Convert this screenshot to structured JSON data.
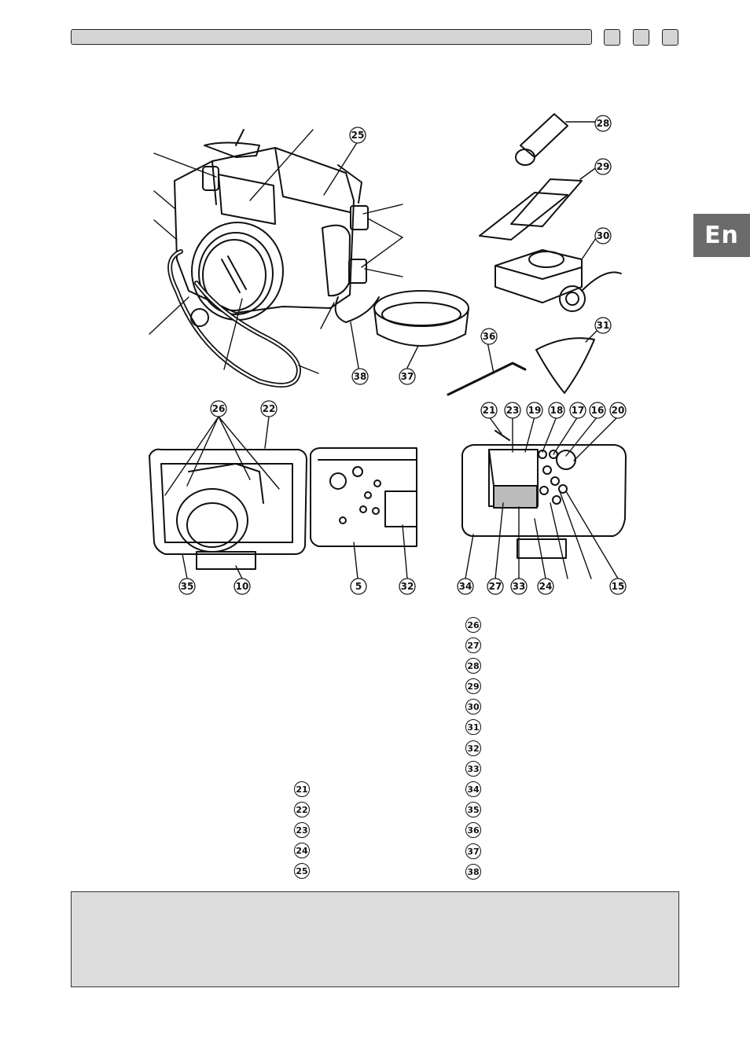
{
  "language_tab": "En",
  "callouts": {
    "c25": "25",
    "c28": "28",
    "c29": "29",
    "c30": "30",
    "c31": "31",
    "c36": "36",
    "c37": "37",
    "c38": "38",
    "c26": "26",
    "c22": "22",
    "c35": "35",
    "c10": "10",
    "c5": "5",
    "c32": "32",
    "c21": "21",
    "c23": "23",
    "c19": "19",
    "c18": "18",
    "c17": "17",
    "c16": "16",
    "c20": "20",
    "c34": "34",
    "c27": "27",
    "c33": "33",
    "c24": "24",
    "c15": "15"
  },
  "parts_list_middle": [
    "21",
    "22",
    "23",
    "24",
    "25"
  ],
  "parts_list_right": [
    "26",
    "27",
    "28",
    "29",
    "30",
    "31",
    "32",
    "33",
    "34",
    "35",
    "36",
    "37",
    "38"
  ],
  "colors": {
    "header_gray": "#d4d4d4",
    "tab_gray": "#6b6b6b",
    "note_gray": "#dcdcdc"
  }
}
